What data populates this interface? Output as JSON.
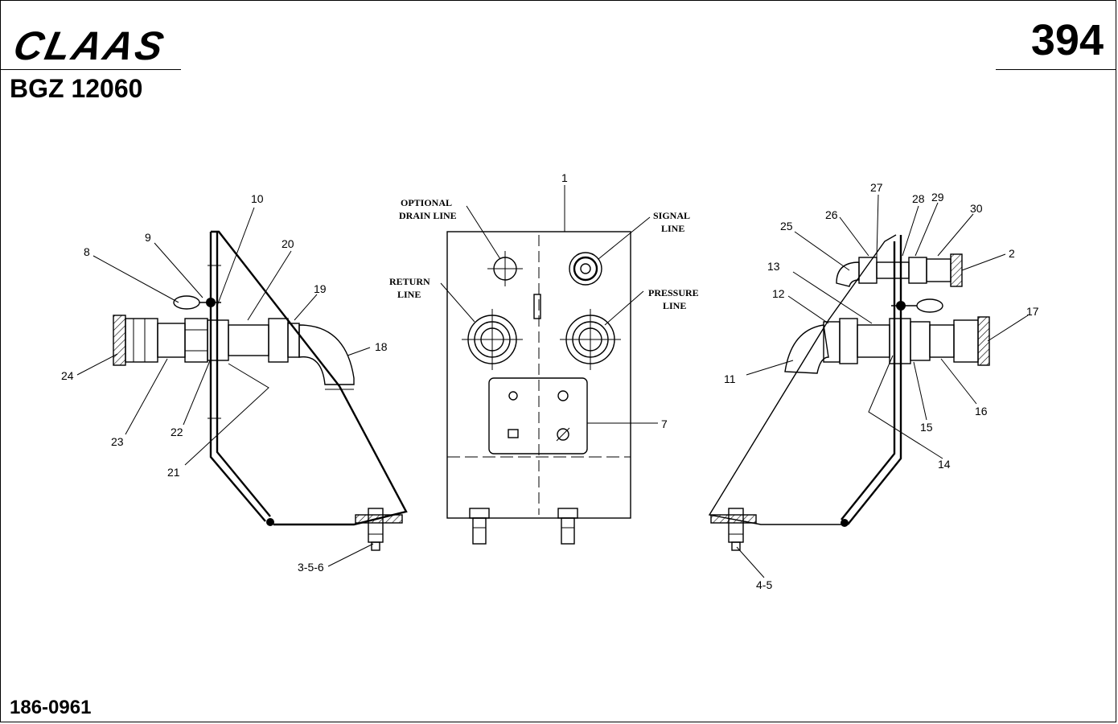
{
  "header": {
    "brand": "CLAAS",
    "page_number": "394",
    "drawing_number": "BGZ 12060"
  },
  "footer": {
    "code": "186-0961"
  },
  "center_view": {
    "labels": {
      "optional_drain_line": [
        "OPTIONAL",
        "DRAIN LINE"
      ],
      "signal_line": [
        "SIGNAL",
        "LINE"
      ],
      "return_line": [
        "RETURN",
        "LINE"
      ],
      "pressure_line": [
        "PRESSURE",
        "LINE"
      ]
    }
  },
  "callouts": {
    "c1": "1",
    "c2": "2",
    "c7": "7",
    "c8": "8",
    "c9": "9",
    "c10": "10",
    "c11": "11",
    "c12": "12",
    "c13": "13",
    "c14": "14",
    "c15": "15",
    "c16": "16",
    "c17": "17",
    "c18": "18",
    "c19": "19",
    "c20": "20",
    "c21": "21",
    "c22": "22",
    "c23": "23",
    "c24": "24",
    "c25": "25",
    "c26": "26",
    "c27": "27",
    "c28": "28",
    "c29": "29",
    "c30": "30",
    "c356": "3-5-6",
    "c45": "4-5"
  }
}
